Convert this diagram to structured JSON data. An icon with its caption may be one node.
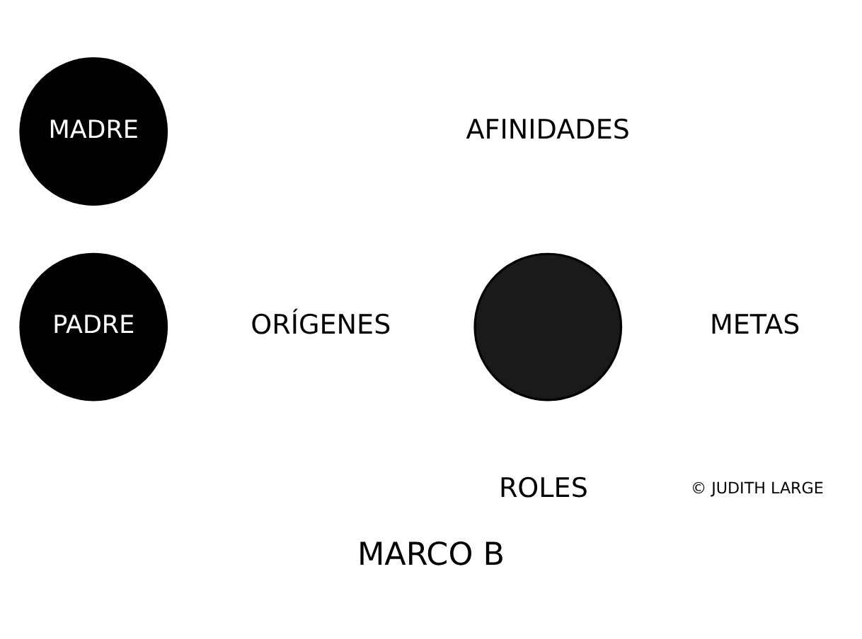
{
  "diagram": {
    "caption": "MARCO B",
    "nodes": [
      {
        "text": [
          "MADRE"
        ]
      },
      {
        "text": [
          "PADRE"
        ]
      },
      {
        "text": [],
        "shape": "circle"
      }
    ],
    "labels": [
      "AFINIDADES",
      "ORÍGENES",
      "METAS",
      "ROLES",
      "© JUDITH LARGE"
    ]
  }
}
